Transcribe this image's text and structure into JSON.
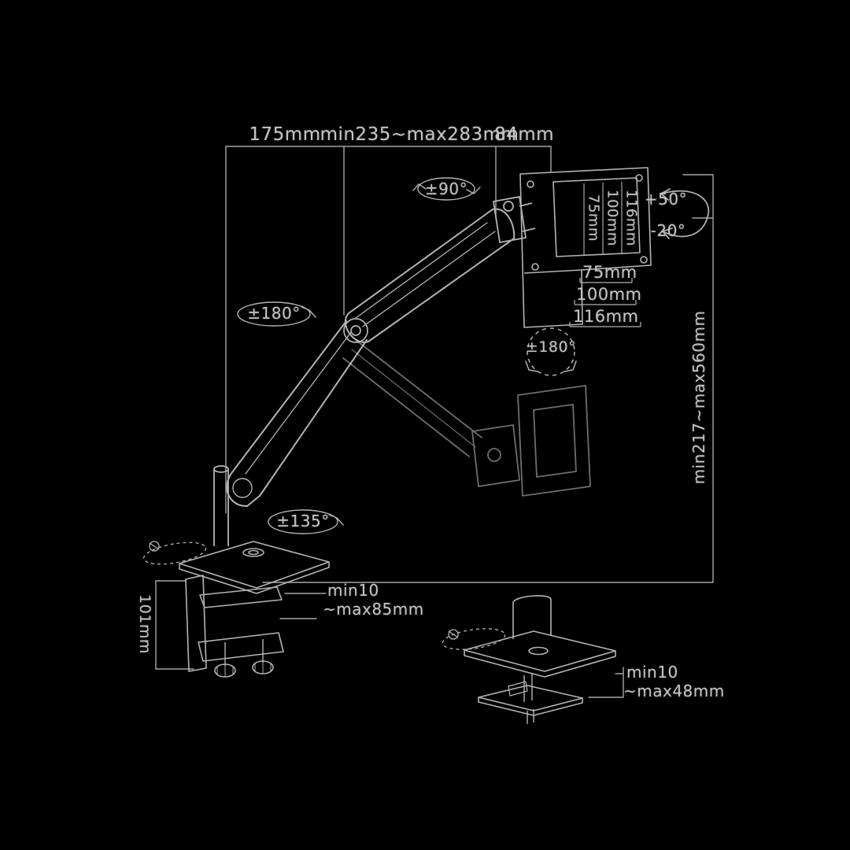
{
  "diagram": {
    "background": "#000000",
    "line_color": "#b4b4b4",
    "ghost_line_color": "#dcdcdc",
    "text_color": "#c4c4c4",
    "dimensions": {
      "arm_front_offset": "175mm",
      "arm_reach_range": "min235~max283mm",
      "head_depth": "84mm",
      "height_range": "min217~max560mm",
      "vesa_vertical": [
        "75mm",
        "100mm",
        "116mm"
      ],
      "vesa_horizontal": [
        "75mm",
        "100mm",
        "116mm"
      ],
      "clamp_column_height": "101mm",
      "clamp_thickness_line1": "min10",
      "clamp_thickness_line2": "~max85mm",
      "grommet_thickness_line1": "min10",
      "grommet_thickness_line2": "~max48mm"
    },
    "angles": {
      "head_swivel": "±90°",
      "tilt_up": "+50°",
      "tilt_down": "-20°",
      "arm_rotate_elbow": "±180°",
      "head_rotate": "±180°",
      "base_rotate": "±135°"
    }
  }
}
